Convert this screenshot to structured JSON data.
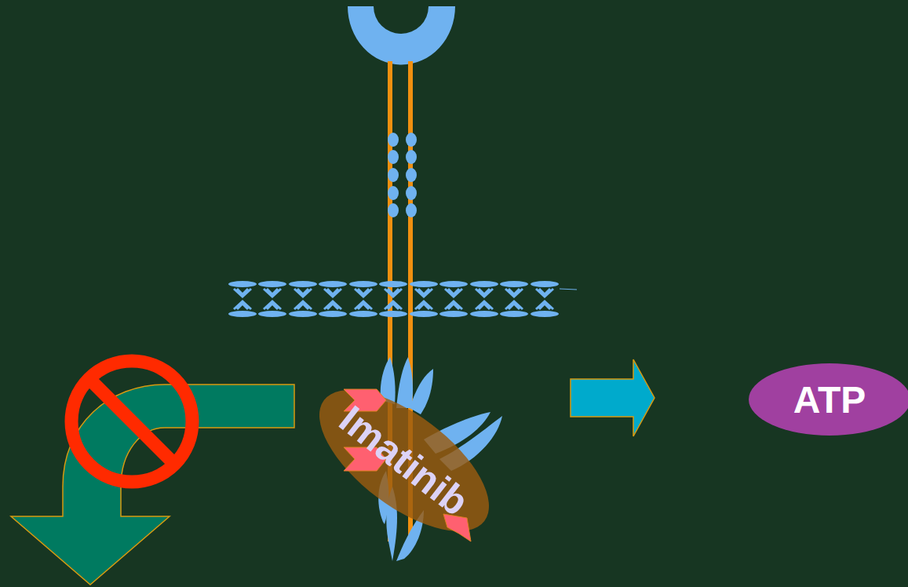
{
  "diagram": {
    "nodes": [
      {
        "text": [
          "Imatinib"
        ]
      },
      {
        "text": [
          "ATP"
        ]
      }
    ],
    "edges": [
      {
        "from": 0,
        "to": 1,
        "arrow": "to"
      }
    ]
  }
}
